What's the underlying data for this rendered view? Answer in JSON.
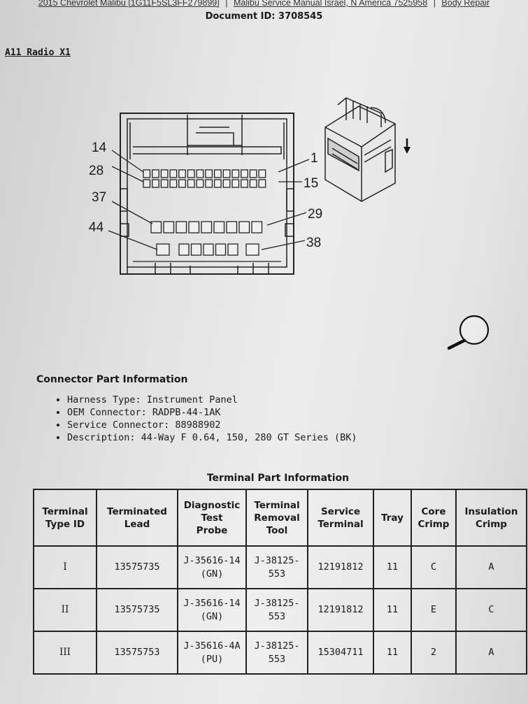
{
  "header": {
    "vehicle_link": "2015 Chevrolet Malibu [1G11F5SL3FF279899]",
    "manual_link": "Malibu Service Manual Israel, N America 7525958",
    "section_link": "Body Repair",
    "separator": "|",
    "document_id": "Document ID: 3708545"
  },
  "section_title": "A11 Radio X1",
  "diagram": {
    "pin_labels": [
      "14",
      "28",
      "37",
      "44",
      "1",
      "15",
      "29",
      "38"
    ]
  },
  "connector_info": {
    "heading": "Connector Part Information",
    "items": [
      "Harness Type: Instrument Panel",
      "OEM Connector: RADPB-44-1AK",
      "Service Connector: 88988902",
      "Description: 44-Way F 0.64, 150, 280 GT Series (BK)"
    ]
  },
  "terminal_info": {
    "heading": "Terminal Part Information",
    "columns": [
      "Terminal\nType ID",
      "Terminated\nLead",
      "Diagnostic\nTest\nProbe",
      "Terminal\nRemoval\nTool",
      "Service\nTerminal",
      "Tray",
      "Core\nCrimp",
      "Insulation\nCrimp"
    ],
    "rows": [
      [
        "I",
        "13575735",
        "J-35616-14\n(GN)",
        "J-38125-\n553",
        "12191812",
        "11",
        "C",
        "A"
      ],
      [
        "II",
        "13575735",
        "J-35616-14\n(GN)",
        "J-38125-\n553",
        "12191812",
        "11",
        "E",
        "C"
      ],
      [
        "III",
        "13575753",
        "J-35616-4A\n(PU)",
        "J-38125-\n553",
        "15304711",
        "11",
        "2",
        "A"
      ]
    ]
  }
}
